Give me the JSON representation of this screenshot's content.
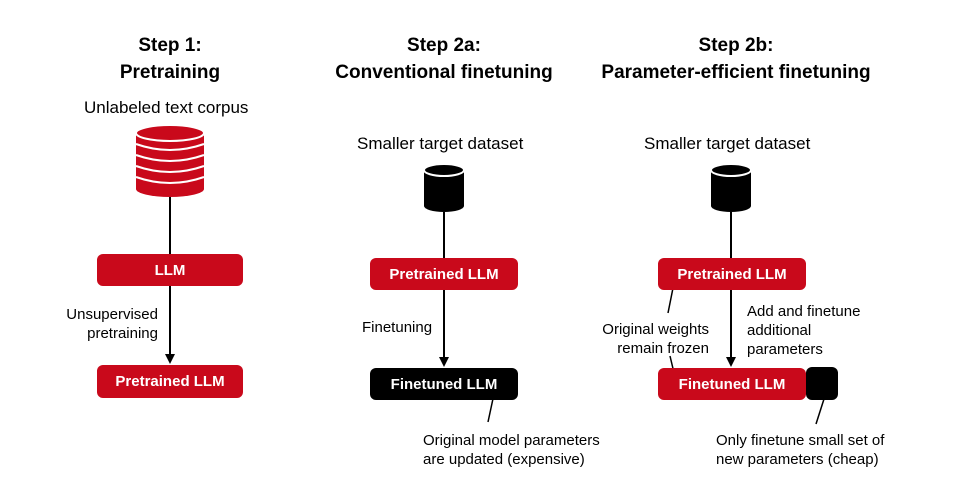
{
  "columns": [
    {
      "title_line1": "Step 1:",
      "title_line2": "Pretraining",
      "dataset_label": "Unlabeled text corpus",
      "box_top": "LLM",
      "arrow_label_line1": "Unsupervised",
      "arrow_label_line2": "pretraining",
      "box_bottom": "Pretrained LLM"
    },
    {
      "title_line1": "Step 2a:",
      "title_line2": "Conventional finetuning",
      "dataset_label": "Smaller target dataset",
      "box_top": "Pretrained LLM",
      "arrow_label": "Finetuning",
      "box_bottom": "Finetuned LLM",
      "note_line1": "Original model parameters",
      "note_line2": "are updated (expensive)"
    },
    {
      "title_line1": "Step 2b:",
      "title_line2": "Parameter-efficient finetuning",
      "dataset_label": "Smaller target dataset",
      "box_top": "Pretrained LLM",
      "left_note_line1": "Original weights",
      "left_note_line2": "remain frozen",
      "arrow_label_line1": "Add and finetune",
      "arrow_label_line2": "additional",
      "arrow_label_line3": "parameters",
      "box_bottom": "Finetuned LLM",
      "note_line1": "Only finetune small set of",
      "note_line2": "new parameters (cheap)"
    }
  ],
  "colors": {
    "accent_red": "#c9091b",
    "black": "#000000"
  }
}
